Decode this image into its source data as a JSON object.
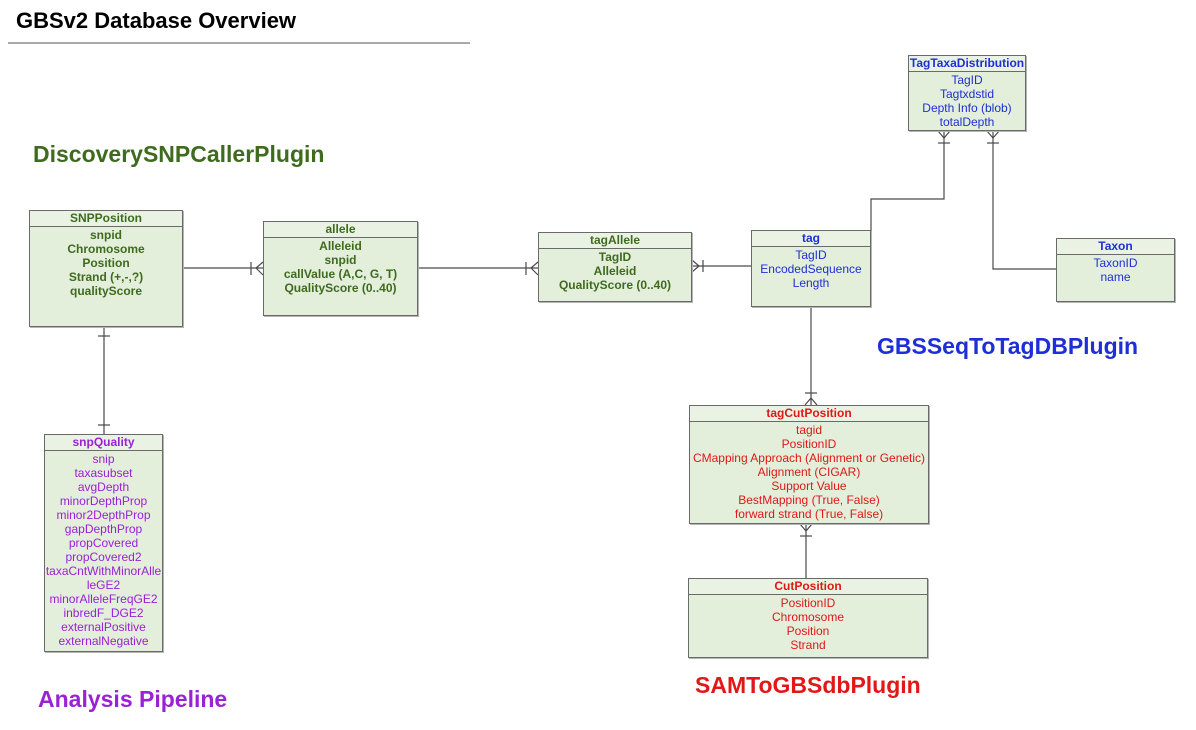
{
  "title": "GBSv2 Database Overview",
  "plugins": {
    "discovery": {
      "label": "DiscoverySNPCallerPlugin",
      "color": "#3f6b1f"
    },
    "gbsseq": {
      "label": "GBSSeqToTagDBPlugin",
      "color": "#1f2fd6"
    },
    "samto": {
      "label": "SAMToGBSdbPlugin",
      "color": "#e01818"
    },
    "analysis": {
      "label": "Analysis Pipeline",
      "color": "#9a22d6"
    }
  },
  "entities": {
    "snpposition": {
      "name": "SNPPosition",
      "fields": [
        "snpid",
        "Chromosome",
        "Position",
        "Strand (+,-,?)",
        "qualityScore"
      ]
    },
    "allele": {
      "name": "allele",
      "fields": [
        "Alleleid",
        "snpid",
        "callValue (A,C, G, T)",
        "QualityScore (0..40)"
      ]
    },
    "tagallele": {
      "name": "tagAllele",
      "fields": [
        "TagID",
        "Alleleid",
        "QualityScore (0..40)"
      ]
    },
    "tag": {
      "name": "tag",
      "fields": [
        "TagID",
        "EncodedSequence",
        "Length"
      ]
    },
    "tagtaxa": {
      "name": "TagTaxaDistribution",
      "fields": [
        "TagID",
        "Tagtxdstid",
        "Depth Info (blob)",
        "totalDepth"
      ]
    },
    "taxon": {
      "name": "Taxon",
      "fields": [
        "TaxonID",
        "name"
      ]
    },
    "tagcut": {
      "name": "tagCutPosition",
      "fields": [
        "tagid",
        "PositionID",
        "CMapping Approach (Alignment or Genetic)",
        "Alignment (CIGAR)",
        "Support Value",
        "BestMapping (True, False)",
        "forward strand (True, False)"
      ]
    },
    "cutposition": {
      "name": "CutPosition",
      "fields": [
        "PositionID",
        "Chromosome",
        "Position",
        "Strand"
      ]
    },
    "snpquality": {
      "name": "snpQuality",
      "fields": [
        "snip",
        "taxasubset",
        "avgDepth",
        "minorDepthProp",
        "minor2DepthProp",
        "gapDepthProp",
        "propCovered",
        "propCovered2",
        "taxaCntWithMinorAlle",
        "leGE2",
        "minorAlleleFreqGE2",
        "inbredF_DGE2",
        "externalPositive",
        "externalNegative"
      ]
    }
  },
  "colors": {
    "entity_fill": "#e3eedb",
    "border": "#6a6a6a",
    "line": "#4a4a4a"
  }
}
